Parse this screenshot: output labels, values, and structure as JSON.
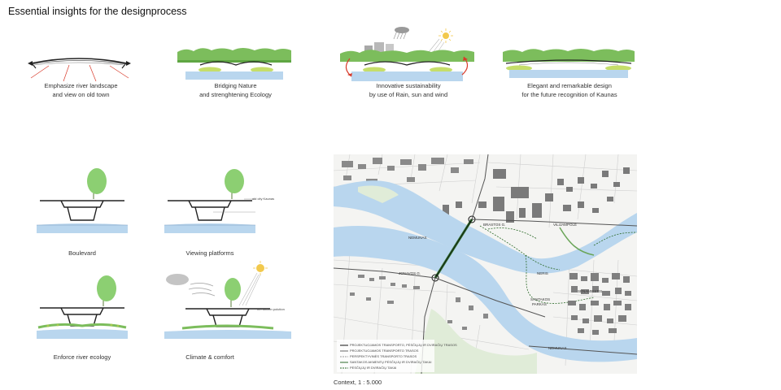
{
  "title": "Essential insights for the designprocess",
  "insights": [
    {
      "line1": "Emphasize river landscape",
      "line2": "and view on old town"
    },
    {
      "line1": "Bridging Nature",
      "line2": "and strenghtening Ecology"
    },
    {
      "line1": "Innovative sustainability",
      "line2": "by use of Rain, sun and wind"
    },
    {
      "line1": "Elegant and remarkable design",
      "line2": "for the future recognition of Kaunas"
    }
  ],
  "sections": [
    {
      "label": "Boulevard"
    },
    {
      "label": "Viewing platforms",
      "annotation": "old city Kaunas"
    },
    {
      "label": "Enforce river ecology"
    },
    {
      "label": "Climate & comfort",
      "annotation": "no horizon polution"
    }
  ],
  "map": {
    "caption": "Context, 1 : 5.000",
    "labels": {
      "nemunas_top": "NEMUNAS",
      "neris": "NERIS",
      "nemunas_bottom": "NEMUNAS",
      "viliampole": "VILIJAMPOLĖ",
      "senamiestis": "SENAMIESTIS",
      "santakos": "SANTAKOS",
      "parkas": "PARKAS",
      "street_n": "BRASTOS G.",
      "street_s": "JONAVOS G."
    },
    "legend": [
      "PROJEKTUOJAMOS TRANSPORTO, PĖSČIŲJŲ IR DVIRAČIŲ TRASOS",
      "PROJEKTUOJAMOS TRANSPORTO TRASOS",
      "PERSPEKTYVINĖS TRANSPORTO TRASOS",
      "SANTAKOS AKMENTŲ PĖSČIŲJŲ IR DVIRAČIŲ TAKAI",
      "PĖSČIŲJŲ IR DVIRAČIŲ TAKAI"
    ]
  },
  "colors": {
    "water": "#b9d6ee",
    "green": "#7cbd5c",
    "tree": "#8ccf72",
    "arrow": "#d83a2a",
    "bridge": "#222222",
    "path": "#2d6b2a"
  }
}
